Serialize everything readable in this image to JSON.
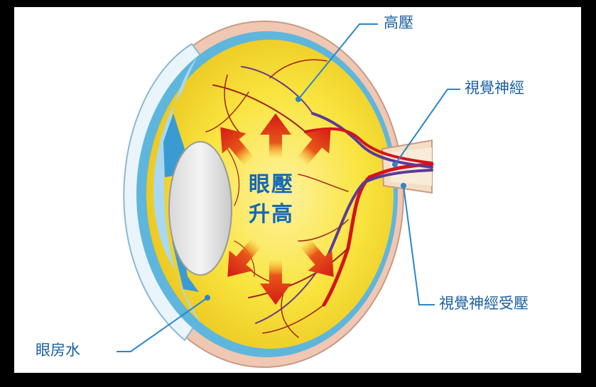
{
  "labels": {
    "high_pressure": "高壓",
    "optic_nerve": "視覺神經",
    "optic_nerve_compressed": "視覺神經受壓",
    "aqueous_humor": "眼房水",
    "iop_line1": "眼壓",
    "iop_line2": "升高"
  },
  "colors": {
    "background": "#000000",
    "vitreous": "#f7e23a",
    "sclera": "#f0c7b2",
    "retina_layer": "#5fb6dc",
    "vessel_red": "#d4141c",
    "vessel_purple": "#5a3a9a",
    "arrow": "#d61f16",
    "label_text": "#1a5e9e",
    "leader_line": "#2a86c8"
  },
  "icons": [
    "pressure-arrow",
    "eyeball-cross-section",
    "lens",
    "optic-nerve"
  ]
}
